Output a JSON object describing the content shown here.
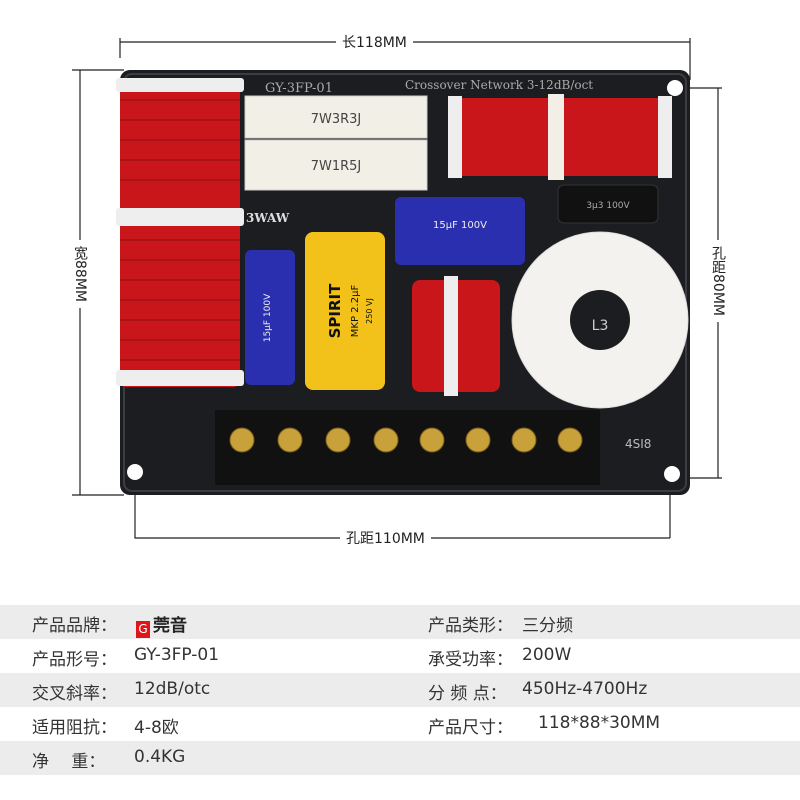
{
  "dimensions": {
    "length": "长118MM",
    "width": "宽88MM",
    "hole_vertical": "孔距80MM",
    "hole_horizontal": "孔距110MM"
  },
  "board": {
    "model": "GY-3FP-01",
    "title": "Crossover Network 3-12dB/oct",
    "resistor_1": "7W3R3J",
    "resistor_2": "7W1R5J",
    "label_3waw": "3WAW",
    "cap_brand": "SPIRIT",
    "cap_spec": "MKP 2.2µF",
    "cap_voltage": "250 VJ",
    "elec_cap": "15µF 100V",
    "small_cap": "3µ3 100V",
    "coil_label": "L3",
    "terminal_label": "4SI8"
  },
  "colors": {
    "pcb": "#1c1d20",
    "coil": "#c8161a",
    "resistor": "#f2efe6",
    "cap_yellow": "#f2c21a",
    "cap_blue": "#2a2fb0",
    "terminal": "#c9a13a",
    "brand": "#e0141b"
  },
  "specs": {
    "rows": [
      {
        "left_label": "产品品牌：",
        "left_value": "莞音",
        "right_label": "产品类形：",
        "right_value": "三分频"
      },
      {
        "left_label": "产品形号：",
        "left_value": "GY-3FP-01",
        "right_label": "承受功率：",
        "right_value": "200W"
      },
      {
        "left_label": "交叉斜率：",
        "left_value": "12dB/otc",
        "right_label": "分 频 点：",
        "right_value": "450Hz-4700Hz"
      },
      {
        "left_label": "适用阻抗：",
        "left_value": "4-8欧",
        "right_label": "产品尺寸：",
        "right_value": "118*88*30MM"
      },
      {
        "left_label": "净　 重：",
        "left_value": "0.4KG",
        "right_label": "",
        "right_value": ""
      }
    ],
    "brand_logo_letter": "G"
  }
}
